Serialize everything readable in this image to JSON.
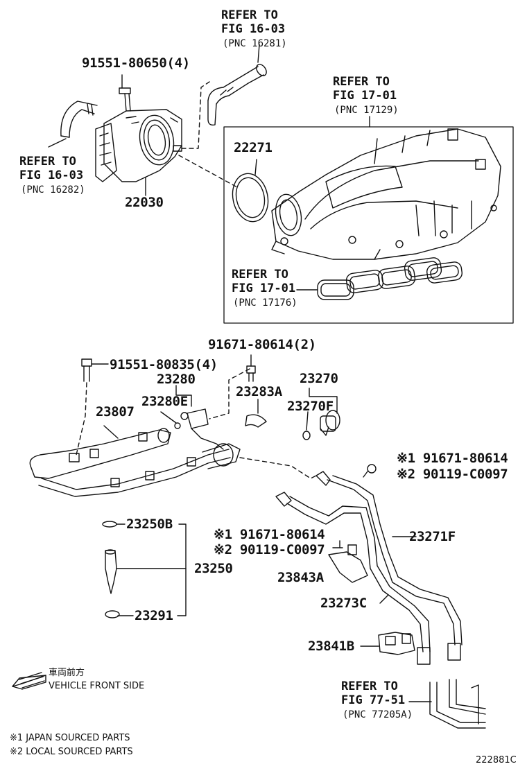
{
  "labels": {
    "ref_tr_1": "REFER TO",
    "ref_tr_2": "FIG 16-03",
    "ref_tr_3": "(PNC 16281)",
    "bolt_top": "91551-80650(4)",
    "ref_im_1": "REFER TO",
    "ref_im_2": "FIG 17-01",
    "ref_im_3": "(PNC 17129)",
    "ref_l_1": "REFER TO",
    "ref_l_2": "FIG 16-03",
    "ref_l_3": "(PNC 16282)",
    "throttle": "22030",
    "gasket": "22271",
    "ref_g_1": "REFER TO",
    "ref_g_2": "FIG 17-01",
    "ref_g_3": "(PNC 17176)",
    "bolt_mid": "91671-80614(2)",
    "bolt_rail": "91551-80835(4)",
    "p23280": "23280",
    "p23280e": "23280E",
    "p23283a": "23283A",
    "p23270": "23270",
    "p23270f": "23270F",
    "p23807": "23807",
    "note_a1": "※1 91671-80614",
    "note_a2": "※2 90119-C0097",
    "p23250b": "23250B",
    "p23250": "23250",
    "p23291": "23291",
    "note_b1": "※1 91671-80614",
    "note_b2": "※2 90119-C0097",
    "p23271f": "23271F",
    "p23843a": "23843A",
    "p23273c": "23273C",
    "p23841b": "23841B",
    "ref_b_1": "REFER TO",
    "ref_b_2": "FIG 77-51",
    "ref_b_3": "(PNC 77205A)",
    "front_jp": "車両前方",
    "front_en": "VEHICLE FRONT SIDE",
    "foot_1": "※1 JAPAN SOURCED PARTS",
    "foot_2": "※2 LOCAL SOURCED PARTS",
    "fig_id": "222881C"
  }
}
